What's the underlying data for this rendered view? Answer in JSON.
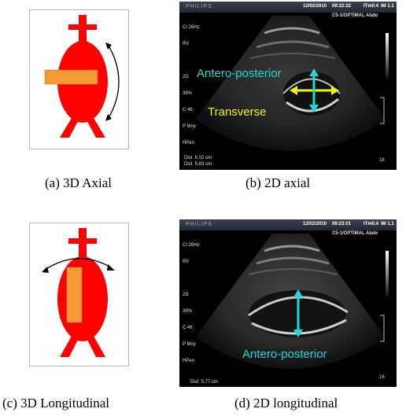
{
  "panels": {
    "a": {
      "caption": "(a) 3D Axial"
    },
    "b": {
      "caption": "(b) 2D axial",
      "brand": "PHILIPS",
      "date": "12/02/2010",
      "time": "09:22:22",
      "tim": "ITm0.4",
      "im": "IM 1.1",
      "probe": "C5-1/OPTIMAL Abdo",
      "left_info": [
        "CI 26Hz",
        "RV",
        "",
        "2D",
        "39%",
        "C 46",
        "P Moy",
        "HPen"
      ],
      "dist1": "Dist  6.02 cm",
      "dist2": "Dist  5.83 cm",
      "depth": "16",
      "label_ap": "Antero-posterior",
      "label_tr": "Transverse"
    },
    "c": {
      "caption": "(c) 3D Longitudinal"
    },
    "d": {
      "caption": "(d) 2D longitudinal",
      "brand": "PHILIPS",
      "date": "12/02/2010",
      "time": "09:23:01",
      "tim": "ITm0.4",
      "im": "IM 1.1",
      "probe": "C5-1/OPTIMAL Abdo",
      "left_info": [
        "CI 26Hz",
        "RV",
        "",
        "2D",
        "39%",
        "C 46",
        "P Moy",
        "HPen"
      ],
      "dist1": "Dist  5.77 cm",
      "depth": "16",
      "label_ap": "Antero-posterior"
    }
  },
  "colors": {
    "vessel": "#ff0000",
    "probe": "#f39a37",
    "cyan": "#22d6d6",
    "yellow": "#f2f21a"
  }
}
